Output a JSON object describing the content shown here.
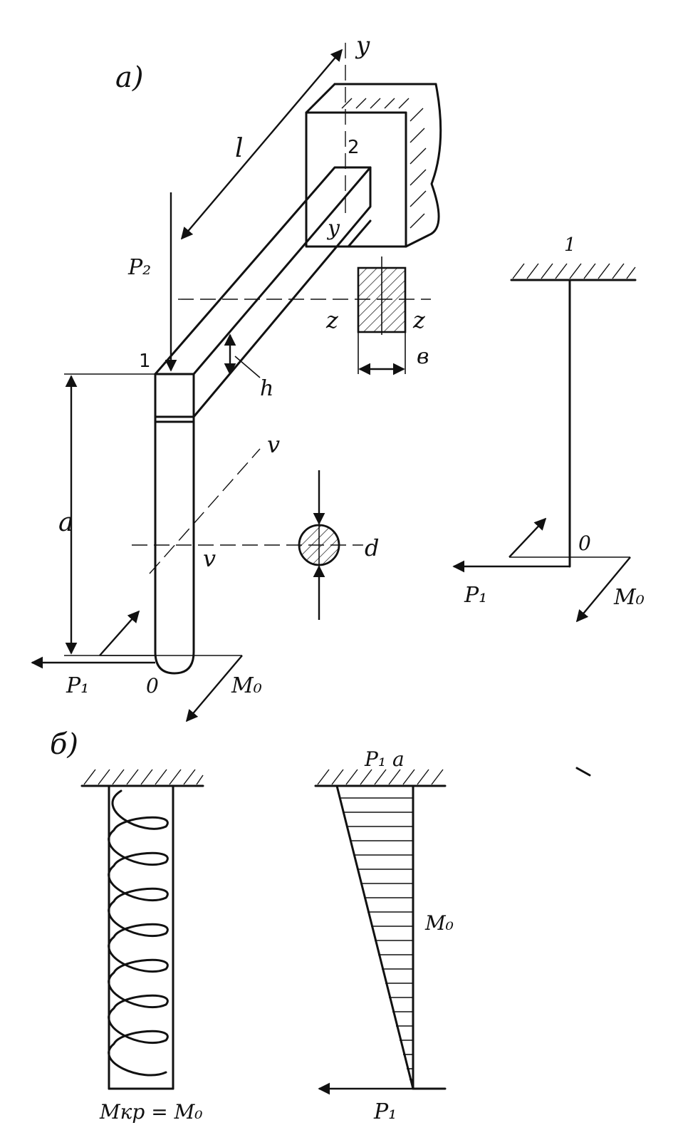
{
  "labels": {
    "part_a": "a)",
    "part_b": "б)",
    "axis_y_top": "y",
    "axis_y_section": "y",
    "axis_z_left": "z",
    "axis_z_right": "z",
    "length_l": "l",
    "point_2": "2",
    "point_1_left": "1",
    "point_1_right": "1",
    "force_p2": "P₂",
    "height_h": "h",
    "width_b": "в",
    "length_a": "a",
    "axis_v_top": "v",
    "axis_v_bottom": "v",
    "diameter_d": "d",
    "origin_0_left": "0",
    "origin_0_right": "0",
    "force_p1_left": "P₁",
    "force_p1_right": "P₁",
    "force_p1_diagram": "P₁",
    "moment_m0_left": "M₀",
    "moment_m0_right": "M₀",
    "torque_label": "Mкр = M₀",
    "moment_top_value": "P₁ a",
    "moment_diagram_label": "M₀"
  }
}
